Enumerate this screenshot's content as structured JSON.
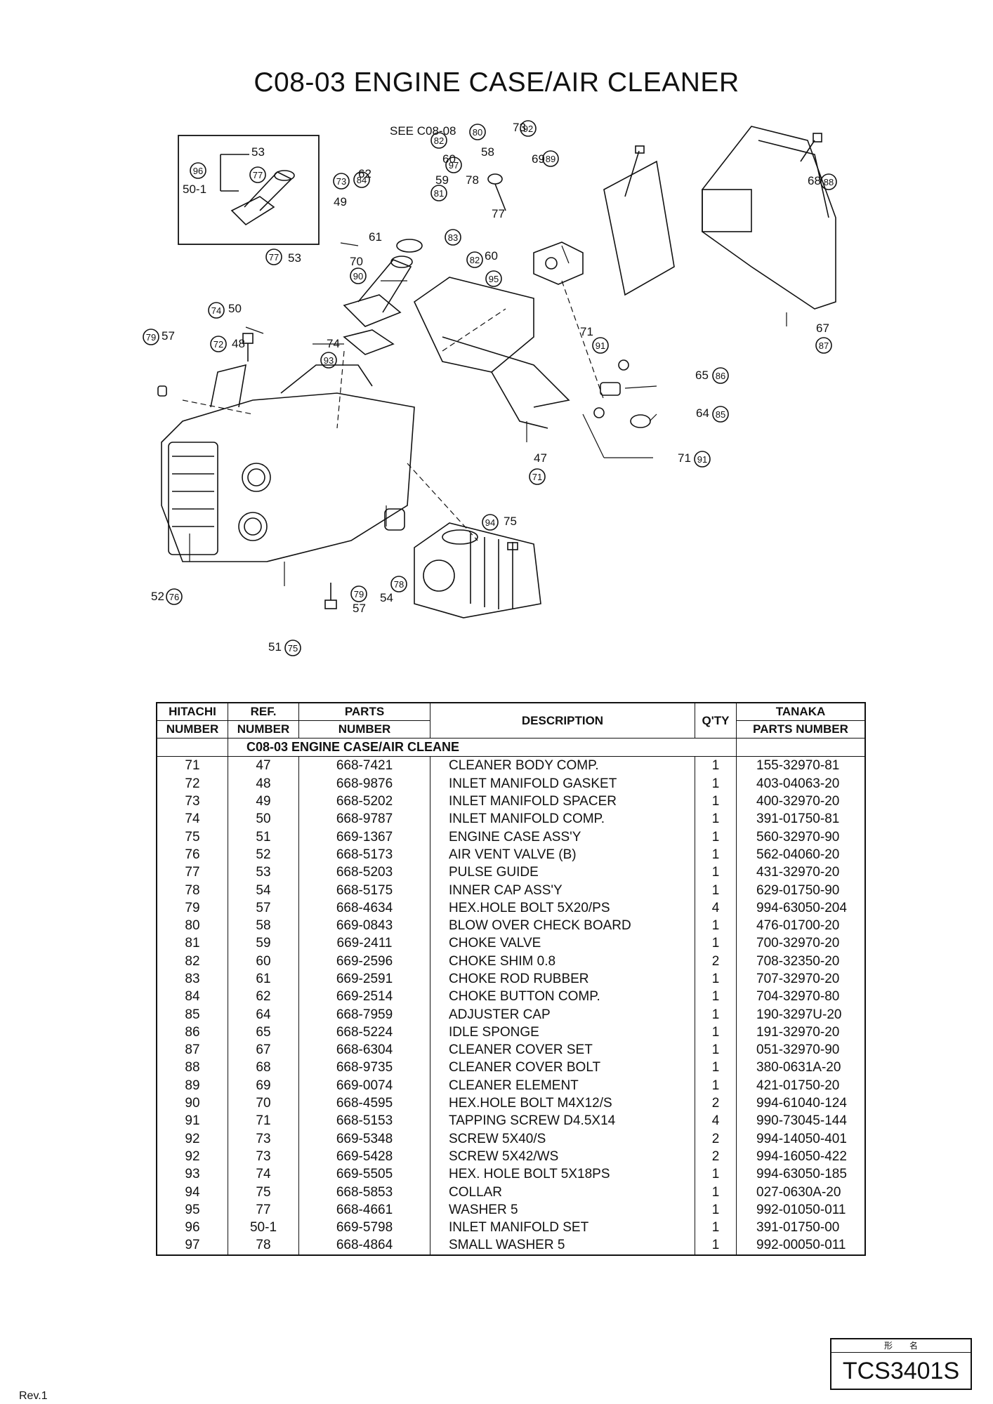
{
  "page_title": "C08-03 ENGINE CASE/AIR CLEANER",
  "diagram": {
    "labels": {
      "see_ref": "SEE C08-08",
      "l53a": "53",
      "l50_1": "50-1",
      "l62": "62",
      "l49": "49",
      "l61": "61",
      "l53b": "53",
      "l70": "70",
      "l50": "50",
      "l57a": "57",
      "l48": "48",
      "l74": "74",
      "l60a": "60",
      "l58": "58",
      "l59": "59",
      "l78": "78",
      "l77": "77",
      "l60b": "60",
      "l73": "73",
      "l69": "69",
      "l68": "68",
      "l67": "67",
      "l71a": "71",
      "l65": "65",
      "l64": "64",
      "l71b": "71",
      "l47": "47",
      "l75": "75",
      "l52": "52",
      "l57b": "57",
      "l54": "54",
      "l51": "51"
    },
    "circles": {
      "c96": "96",
      "c77a": "77",
      "c73": "73",
      "c84": "84",
      "c83": "83",
      "c77b": "77",
      "c90": "90",
      "c74": "74",
      "c79a": "79",
      "c72": "72",
      "c93": "93",
      "c82a": "82",
      "c80": "80",
      "c97": "97",
      "c81": "81",
      "c82b": "82",
      "c92": "92",
      "c89": "89",
      "c95": "95",
      "c88": "88",
      "c87": "87",
      "c91a": "91",
      "c86": "86",
      "c85": "85",
      "c91b": "91",
      "c71": "71",
      "c94": "94",
      "c76": "76",
      "c79b": "79",
      "c78": "78",
      "c75": "75"
    }
  },
  "table": {
    "headers": {
      "hitachi_1": "HITACHI",
      "hitachi_2": "NUMBER",
      "ref_1": "REF.",
      "ref_2": "NUMBER",
      "parts_1": "PARTS",
      "parts_2": "NUMBER",
      "description": "DESCRIPTION",
      "qty": "Q'TY",
      "tanaka_1": "TANAKA",
      "tanaka_2": "PARTS NUMBER"
    },
    "section_title": "C08-03 ENGINE CASE/AIR CLEANE",
    "rows": [
      [
        "71",
        "47",
        "668-7421",
        "CLEANER BODY COMP.",
        "1",
        "155-32970-81"
      ],
      [
        "72",
        "48",
        "668-9876",
        "INLET MANIFOLD GASKET",
        "1",
        "403-04063-20"
      ],
      [
        "73",
        "49",
        "668-5202",
        "INLET MANIFOLD SPACER",
        "1",
        "400-32970-20"
      ],
      [
        "74",
        "50",
        "668-9787",
        "INLET MANIFOLD COMP.",
        "1",
        "391-01750-81"
      ],
      [
        "75",
        "51",
        "669-1367",
        "ENGINE CASE ASS'Y",
        "1",
        "560-32970-90"
      ],
      [
        "76",
        "52",
        "668-5173",
        "AIR VENT VALVE (B)",
        "1",
        "562-04060-20"
      ],
      [
        "77",
        "53",
        "668-5203",
        "PULSE GUIDE",
        "1",
        "431-32970-20"
      ],
      [
        "78",
        "54",
        "668-5175",
        "INNER CAP ASS'Y",
        "1",
        "629-01750-90"
      ],
      [
        "79",
        "57",
        "668-4634",
        "HEX.HOLE BOLT 5X20/PS",
        "4",
        "994-63050-204"
      ],
      [
        "80",
        "58",
        "669-0843",
        "BLOW OVER CHECK BOARD",
        "1",
        "476-01700-20"
      ],
      [
        "81",
        "59",
        "669-2411",
        "CHOKE VALVE",
        "1",
        "700-32970-20"
      ],
      [
        "82",
        "60",
        "669-2596",
        "CHOKE SHIM 0.8",
        "2",
        "708-32350-20"
      ],
      [
        "83",
        "61",
        "669-2591",
        "CHOKE ROD RUBBER",
        "1",
        "707-32970-20"
      ],
      [
        "84",
        "62",
        "669-2514",
        "CHOKE BUTTON COMP.",
        "1",
        "704-32970-80"
      ],
      [
        "85",
        "64",
        "668-7959",
        "ADJUSTER CAP",
        "1",
        "190-3297U-20"
      ],
      [
        "86",
        "65",
        "668-5224",
        "IDLE SPONGE",
        "1",
        "191-32970-20"
      ],
      [
        "87",
        "67",
        "668-6304",
        "CLEANER COVER SET",
        "1",
        "051-32970-90"
      ],
      [
        "88",
        "68",
        "668-9735",
        "CLEANER COVER BOLT",
        "1",
        "380-0631A-20"
      ],
      [
        "89",
        "69",
        "669-0074",
        "CLEANER ELEMENT",
        "1",
        "421-01750-20"
      ],
      [
        "90",
        "70",
        "668-4595",
        "HEX.HOLE BOLT M4X12/S",
        "2",
        "994-61040-124"
      ],
      [
        "91",
        "71",
        "668-5153",
        "TAPPING SCREW D4.5X14",
        "4",
        "990-73045-144"
      ],
      [
        "92",
        "73",
        "669-5348",
        "SCREW 5X40/S",
        "2",
        "994-14050-401"
      ],
      [
        "92",
        "73",
        "669-5428",
        "SCREW 5X42/WS",
        "2",
        "994-16050-422"
      ],
      [
        "93",
        "74",
        "669-5505",
        "HEX. HOLE BOLT 5X18PS",
        "1",
        "994-63050-185"
      ],
      [
        "94",
        "75",
        "668-5853",
        "COLLAR",
        "1",
        "027-0630A-20"
      ],
      [
        "95",
        "77",
        "668-4661",
        "WASHER 5",
        "1",
        "992-01050-011"
      ],
      [
        "96",
        "50-1",
        "669-5798",
        "INLET MANIFOLD SET",
        "1",
        "391-01750-00"
      ],
      [
        "97",
        "78",
        "668-4864",
        "SMALL WASHER 5",
        "1",
        "992-00050-011"
      ]
    ]
  },
  "footer": {
    "revision": "Rev.1",
    "model_label": "形　　名",
    "model_code": "TCS3401S"
  }
}
